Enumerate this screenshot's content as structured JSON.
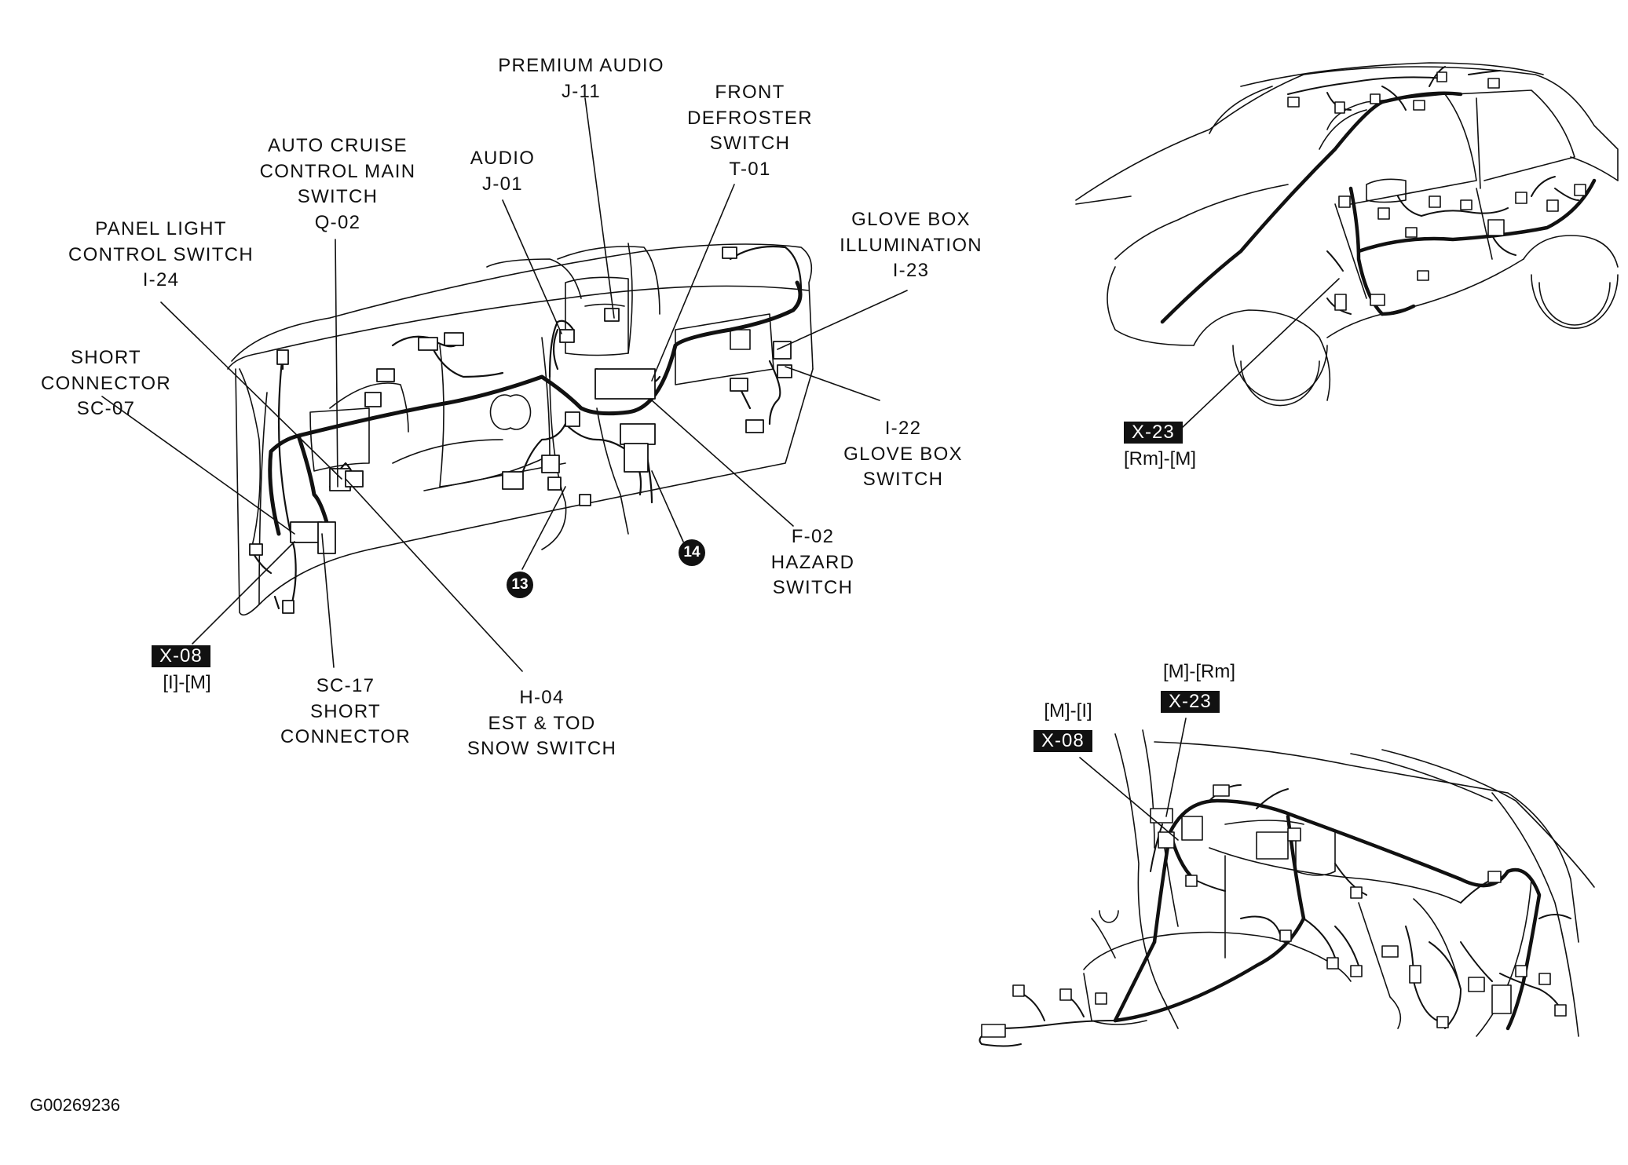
{
  "figure_id": "G00269236",
  "callouts": {
    "premium_audio": [
      "PREMIUM AUDIO",
      "J-11"
    ],
    "front_defroster": [
      "FRONT",
      "DEFROSTER",
      "SWITCH",
      "T-01"
    ],
    "auto_cruise": [
      "AUTO CRUISE",
      "CONTROL MAIN",
      "SWITCH",
      "Q-02"
    ],
    "audio": [
      "AUDIO",
      "J-01"
    ],
    "glove_box_illum": [
      "GLOVE BOX",
      "ILLUMINATION",
      "I-23"
    ],
    "panel_light": [
      "PANEL LIGHT",
      "CONTROL SWITCH",
      "I-24"
    ],
    "short_connector_sc07": [
      "SHORT",
      "CONNECTOR",
      "SC-07"
    ],
    "glove_box_switch": [
      "I-22",
      "GLOVE BOX",
      "SWITCH"
    ],
    "hazard": [
      "F-02",
      "HAZARD",
      "SWITCH"
    ],
    "sc17": [
      "SC-17",
      "SHORT",
      "CONNECTOR"
    ],
    "h04": [
      "H-04",
      "EST & TOD",
      "SNOW SWITCH"
    ]
  },
  "badges": {
    "b13": "13",
    "b14": "14"
  },
  "connector_tags": {
    "x08_left": {
      "code": "X-08",
      "pins": "[I]-[M]"
    },
    "x23_car": {
      "code": "X-23",
      "pins": "[Rm]-[M]"
    },
    "x08_console": {
      "code": "X-08",
      "pins": "[M]-[I]"
    },
    "x23_console": {
      "code": "X-23",
      "pins": "[M]-[Rm]"
    }
  },
  "colors": {
    "ink": "#111111",
    "paper": "#ffffff"
  }
}
